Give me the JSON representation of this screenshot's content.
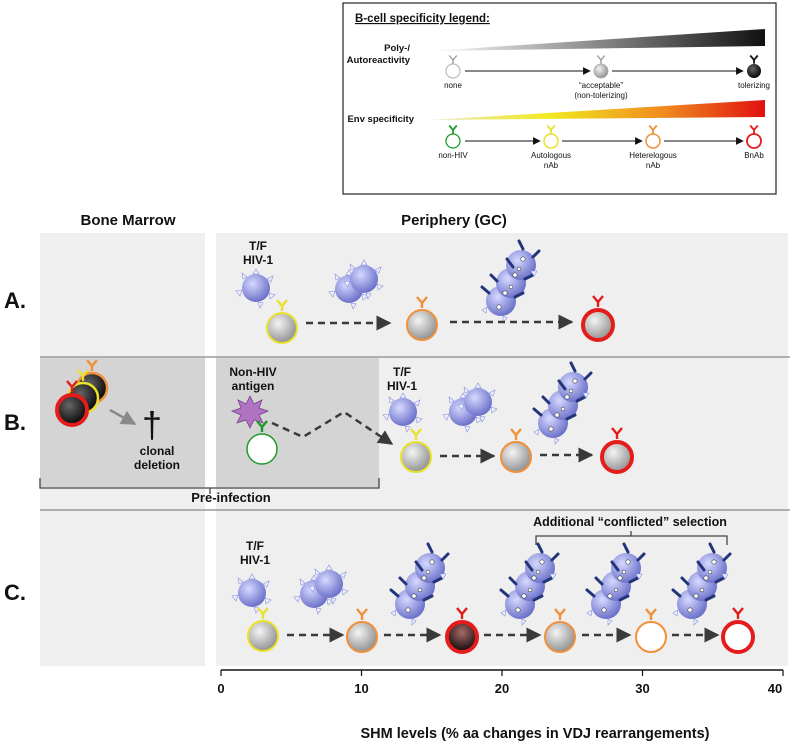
{
  "legend": {
    "title": "B-cell specificity legend:",
    "poly": {
      "label_line1": "Poly-/",
      "label_line2": "Autoreactivity",
      "stages": [
        {
          "line1": "none",
          "line2": ""
        },
        {
          "line1": "“acceptable”",
          "line2": "(non-tolerizing)"
        },
        {
          "line1": "tolerizing",
          "line2": ""
        }
      ]
    },
    "env": {
      "label": "Env specificity",
      "stages": [
        {
          "line1": "non-HIV",
          "line2": ""
        },
        {
          "line1": "Autologous",
          "line2": "nAb"
        },
        {
          "line1": "Heterelogous",
          "line2": "nAb"
        },
        {
          "line1": "BnAb",
          "line2": ""
        }
      ]
    }
  },
  "sections": {
    "bone_marrow": "Bone Marrow",
    "periphery": "Periphery (GC)"
  },
  "rows": {
    "a": "A.",
    "b": "B.",
    "c": "C."
  },
  "virus": {
    "line1": "T/F",
    "line2": "HIV-1"
  },
  "nonhiv": {
    "line1": "Non-HIV",
    "line2": "antigen"
  },
  "clonal_deletion": {
    "line1": "clonal",
    "line2": "deletion"
  },
  "dagger": "†",
  "pre_infection": "Pre-infection",
  "additional_selection": "Additional “conflicted” selection",
  "axis": {
    "ticks": [
      "0",
      "10",
      "20",
      "30",
      "40"
    ],
    "title": "SHM levels (% aa changes in VDJ rearrangements)"
  },
  "colors": {
    "panel_bg": "#efefef",
    "preinfection_bg": "#d4d4d4",
    "non_hiv": "#1f9a2a",
    "autologous": "#e9e12d",
    "heterologous": "#f0903a",
    "bnab": "#e41c1c",
    "virus": "#7f84d6"
  }
}
